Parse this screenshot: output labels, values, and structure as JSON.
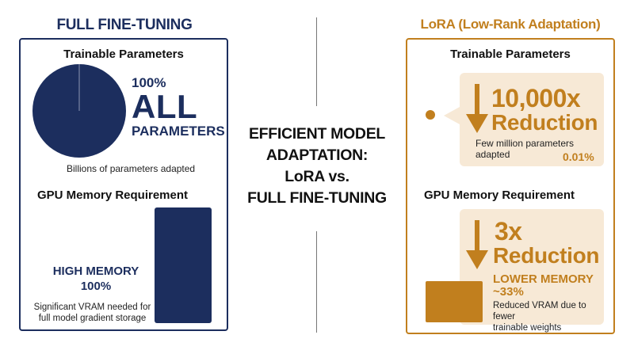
{
  "center": {
    "title_lines": [
      "EFFICIENT MODEL",
      "ADAPTATION:",
      "LoRA vs.",
      "FULL FINE-TUNING"
    ]
  },
  "full": {
    "title": "FULL FINE-TUNING",
    "trainable_heading": "Trainable Parameters",
    "percent": "100%",
    "all_word": "ALL",
    "parameters_word": "PARAMETERS",
    "params_caption": "Billions of parameters adapted",
    "gpu_heading": "GPU Memory Requirement",
    "memory_label": "HIGH MEMORY",
    "memory_percent": "100%",
    "memory_note_line1": "Significant VRAM needed for",
    "memory_note_line2": "full model gradient storage",
    "trainable_fraction": 1.0,
    "memory_fraction": 1.0
  },
  "lora": {
    "title": "LoRA (Low-Rank Adaptation)",
    "trainable_heading": "Trainable Parameters",
    "param_reduction": "10,000x",
    "reduction_word": "Reduction",
    "params_caption": "Few million parameters adapted",
    "params_percent": "0.01%",
    "gpu_heading": "GPU Memory Requirement",
    "memory_reduction": "3x",
    "memory_reduction_word": "Reduction",
    "memory_label": "LOWER MEMORY",
    "memory_percent": "~33%",
    "memory_note_line1": "Reduced VRAM due to fewer",
    "memory_note_line2": "trainable weights",
    "memory_fraction": 0.33
  },
  "colors": {
    "navy": "#1c2e5e",
    "orange": "#c17f1e",
    "callout_bg": "#f7e9d6"
  },
  "icons": {
    "arrow": "arrow-down-icon"
  }
}
